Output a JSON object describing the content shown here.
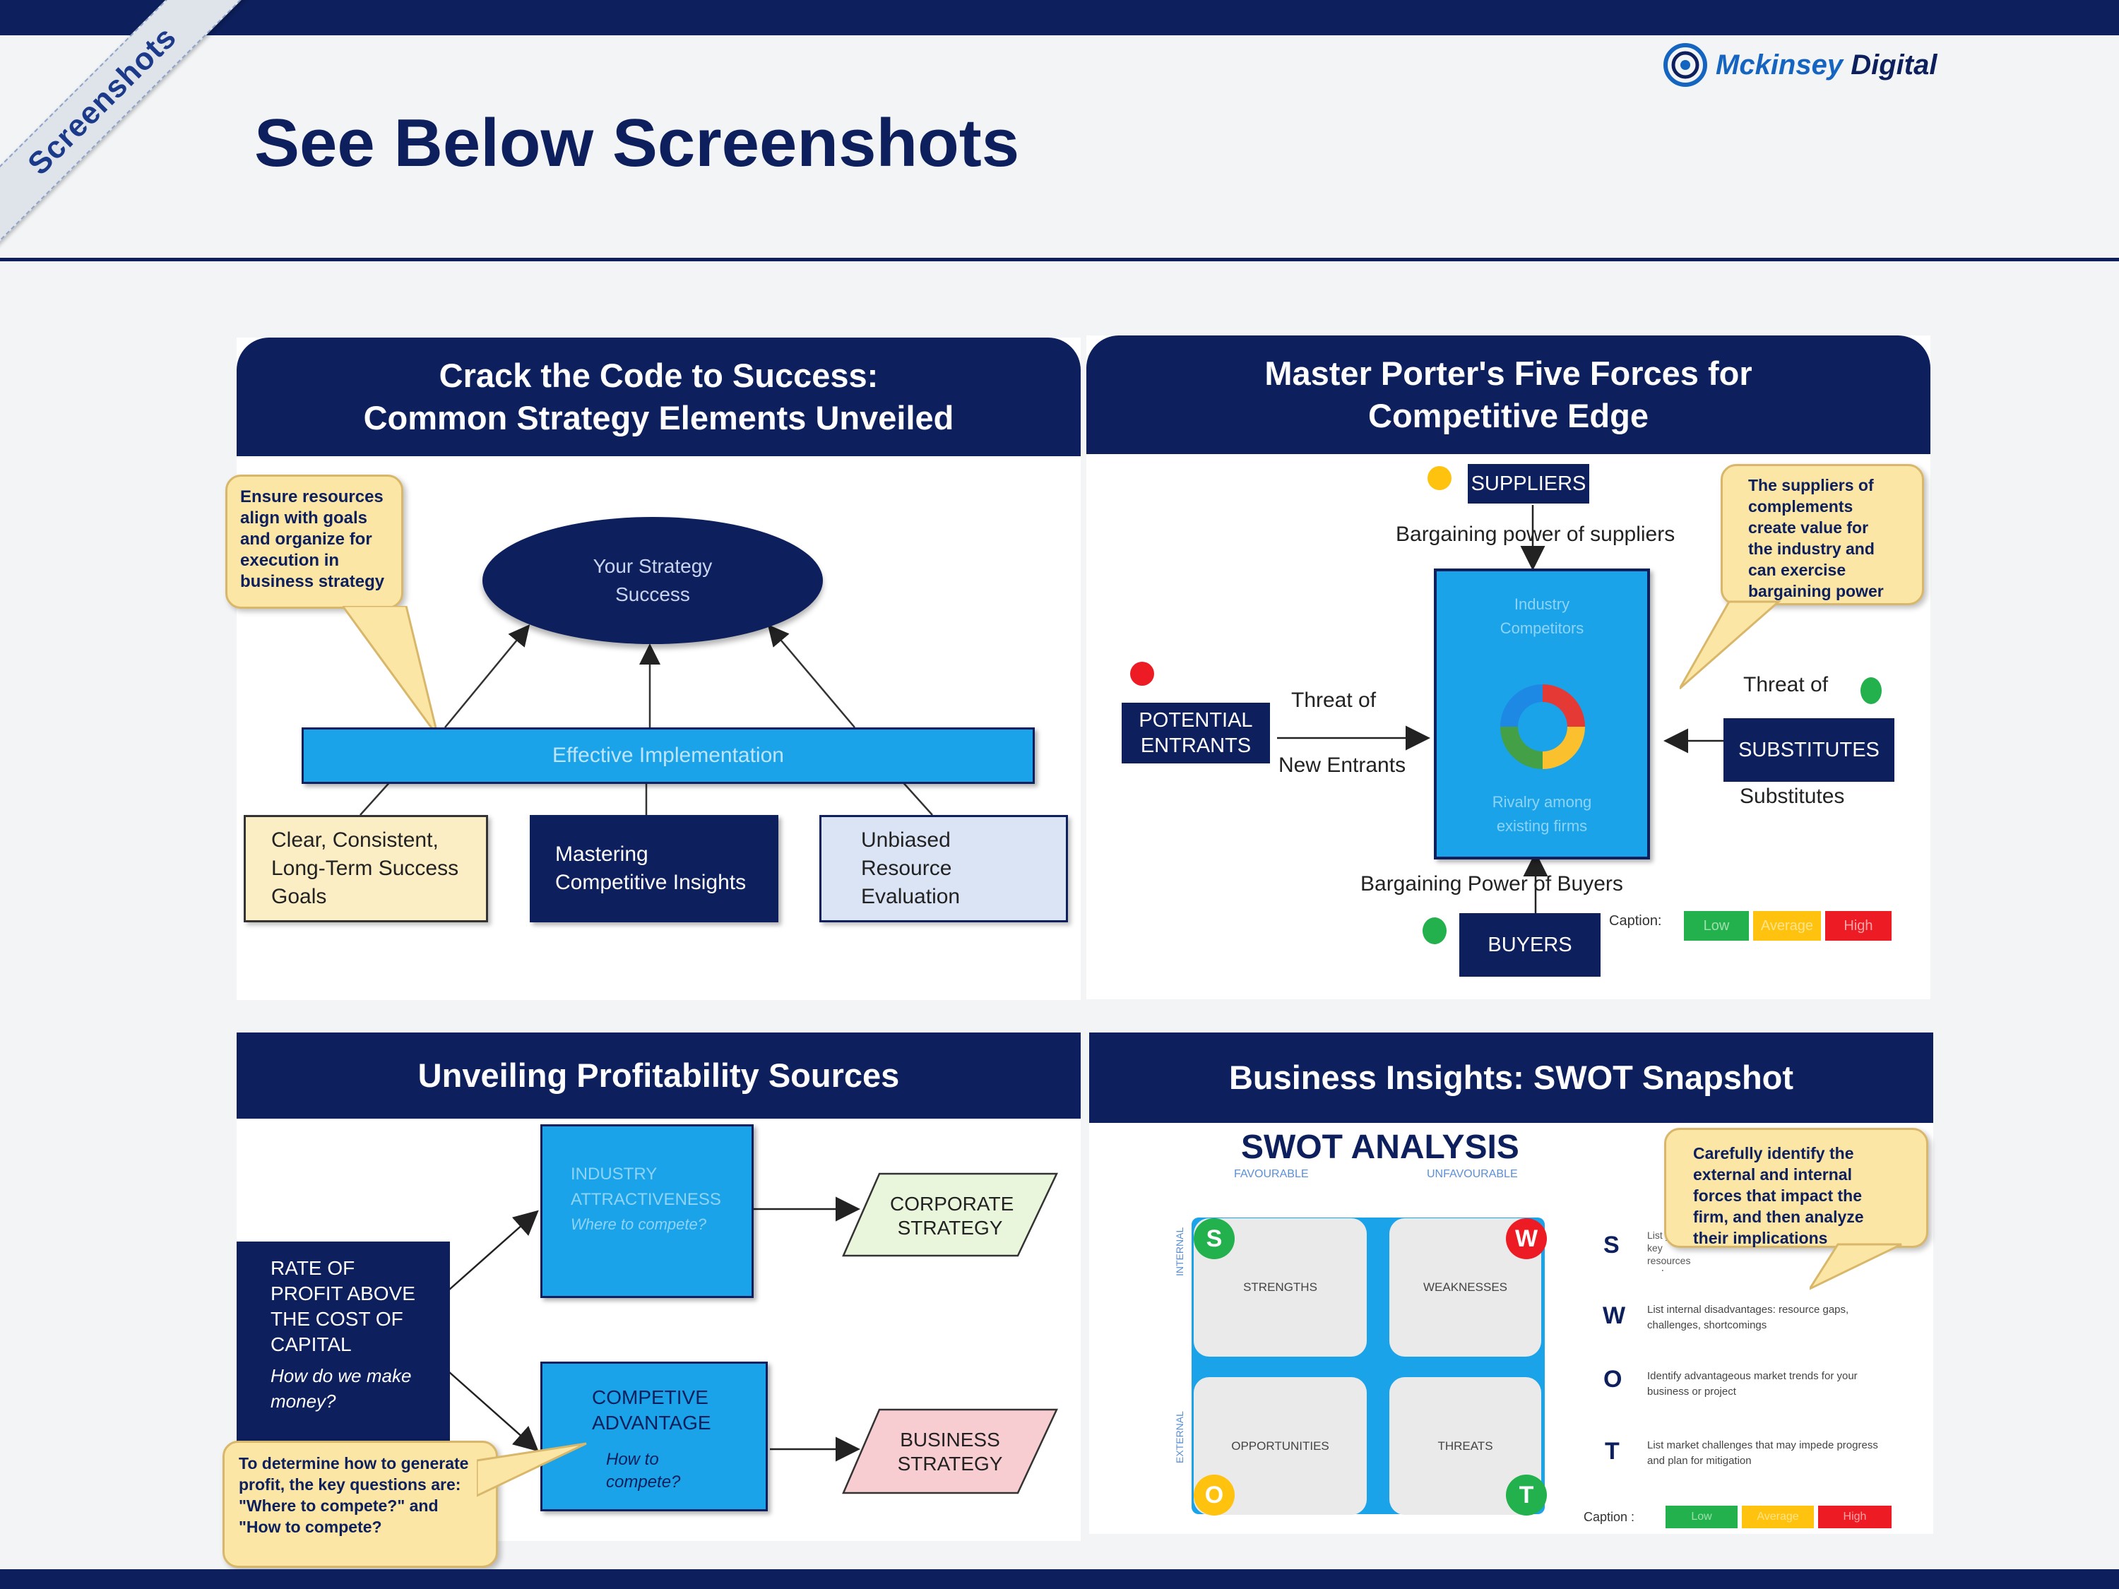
{
  "header": {
    "ribbon_label": "Screenshots",
    "title": "See Below Screenshots",
    "logo_brand": "Mckinsey",
    "logo_suffix": "Digital"
  },
  "colors": {
    "navy": "#0d1f5c",
    "accent_blue": "#1aa3e8",
    "callout_yellow": "#fbe6a6",
    "low": "#22b14c",
    "average": "#ffc20e",
    "high": "#ed1c24"
  },
  "panel1": {
    "title_line1": "Crack the Code to Success:",
    "title_line2": "Common Strategy Elements Unveiled",
    "callout": "Ensure resources align with goals and organize for execution in business strategy",
    "goal": "Your Strategy Success",
    "implementation": "Effective Implementation",
    "elements": [
      "Clear, Consistent, Long-Term Success Goals",
      "Mastering Competitive Insights",
      "Unbiased Resource Evaluation"
    ]
  },
  "panel2": {
    "title_line1": "Master Porter's Five Forces for",
    "title_line2": "Competitive Edge",
    "suppliers": "SUPPLIERS",
    "suppliers_power": "Bargaining power of suppliers",
    "callout": "The suppliers of complements create value for the industry and can exercise bargaining power",
    "potential_entrants": "POTENTIAL ENTRANTS",
    "threat_entrants_1": "Threat of",
    "threat_entrants_2": "New Entrants",
    "industry_label": "Industry Competitors",
    "rivalry_label": "Rivalry among existing firms",
    "threat_substitutes_1": "Threat of",
    "substitutes": "SUBSTITUTES",
    "substitutes_label": "Substitutes",
    "buyers_power": "Bargaining Power of Buyers",
    "buyers": "BUYERS",
    "caption": "Caption:",
    "legend": [
      "Low",
      "Average",
      "High"
    ]
  },
  "panel3": {
    "title": "Unveiling Profitability Sources",
    "rate_title": "RATE OF PROFIT ABOVE THE COST OF CAPITAL",
    "rate_question": "How do we make money?",
    "industry_title": "INDUSTRY ATTRACTIVENESS",
    "industry_question": "Where to compete?",
    "advantage_title": "COMPETIVE ADVANTAGE",
    "advantage_question": "How to compete?",
    "corporate": "CORPORATE STRATEGY",
    "business": "BUSINESS STRATEGY",
    "callout": "To determine how to generate profit, the key questions are: \"Where to compete?\" and \"How to compete?"
  },
  "panel4": {
    "title": "Business Insights:  SWOT Snapshot",
    "swot_title": "SWOT ANALYSIS",
    "favourable": "FAVOURABLE",
    "unfavourable": "UNFAVOURABLE",
    "internal": "INTERNAL",
    "external": "EXTERNAL",
    "cards": [
      "STRENGTHS",
      "WEAKNESSES",
      "OPPORTUNITIES",
      "THREATS"
    ],
    "badges": [
      "S",
      "W",
      "O",
      "T"
    ],
    "letters": [
      "S",
      "W",
      "O",
      "T"
    ],
    "descriptions": [
      "List your key resources and strengths",
      "List internal disadvantages: resource gaps, challenges, shortcomings",
      "Identify advantageous market trends for your business or project",
      "List market challenges that may impede progress and plan for mitigation"
    ],
    "callout": "Carefully identify the external and internal forces that impact the firm, and then analyze their implications",
    "caption": "Caption :",
    "legend": [
      "Low",
      "Average",
      "High"
    ]
  }
}
